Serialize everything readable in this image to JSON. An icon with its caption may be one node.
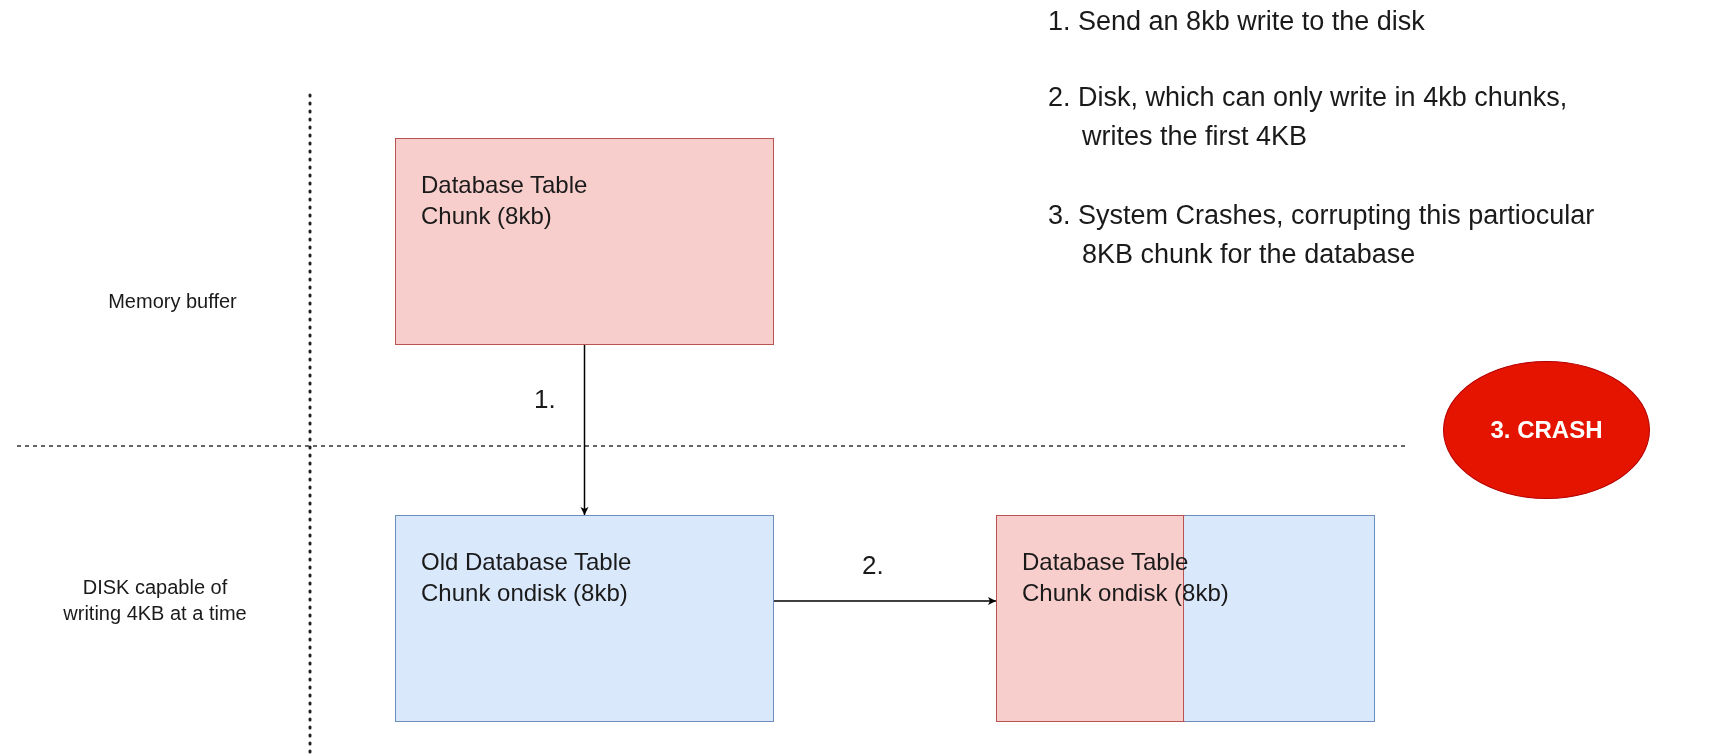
{
  "diagram": {
    "nodes": [
      {
        "text": [
          "Database Table Chunk (8kb)"
        ]
      },
      {
        "text": [
          "Old Database Table Chunk ondisk (8kb)"
        ]
      },
      {
        "text": [
          "Database Table Chunk ondisk (8kb)"
        ]
      },
      {
        "text": [
          "3. CRASH"
        ]
      }
    ],
    "edges": [
      {
        "from": 0,
        "to": 1,
        "arrow": "to",
        "label": "1."
      },
      {
        "from": 1,
        "to": 2,
        "arrow": "to",
        "label": "2."
      }
    ],
    "labels": [
      "1. Send an 8kb write to the disk",
      "2. Disk, which can only write in 4kb chunks, writes the first 4KB",
      "3. System Crashes, corrupting this partiocular 8KB chunk for the database",
      "Memory buffer",
      "DISK capable of writing 4KB at a time"
    ]
  }
}
